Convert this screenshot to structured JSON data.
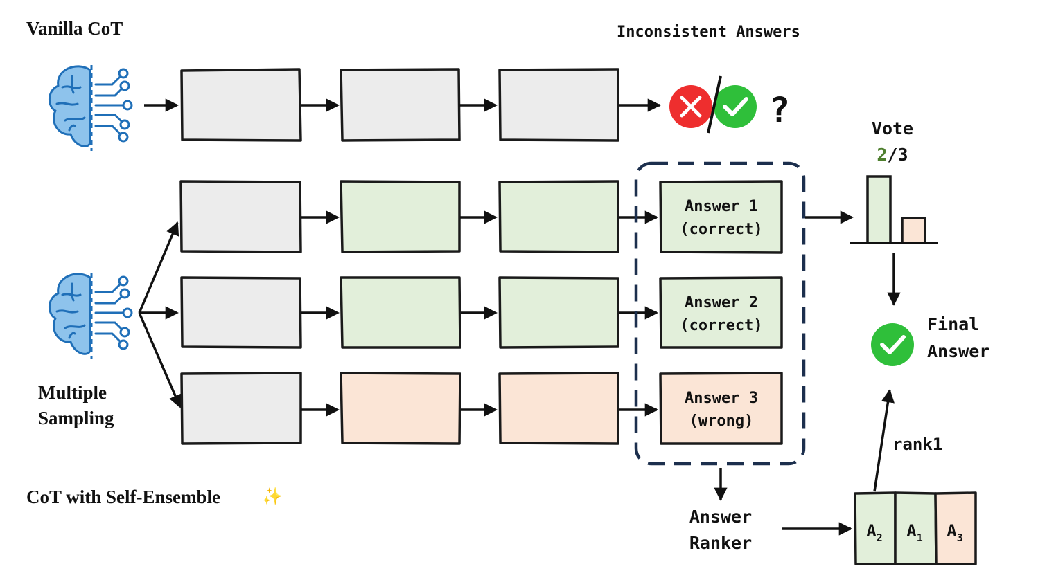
{
  "vanilla": {
    "title": "Vanilla CoT",
    "inconsistent_label": "Inconsistent Answers",
    "question_mark": "?"
  },
  "ensemble": {
    "title": "CoT with Self-Ensemble",
    "sparkle": "✨",
    "sampling_label_line1": "Multiple",
    "sampling_label_line2": "Sampling"
  },
  "answers": [
    {
      "line1": "Answer 1",
      "line2": "(correct)",
      "status": "correct"
    },
    {
      "line1": "Answer 2",
      "line2": "(correct)",
      "status": "correct"
    },
    {
      "line1": "Answer 3",
      "line2": "(wrong)",
      "status": "wrong"
    }
  ],
  "vote": {
    "label": "Vote",
    "numerator": "2",
    "denominator": "/3",
    "correct_count": 2,
    "wrong_count": 1
  },
  "final": {
    "line1": "Final",
    "line2": "Answer"
  },
  "ranker": {
    "line1": "Answer",
    "line2": "Ranker",
    "rank_label": "rank1",
    "ranking": [
      {
        "letter": "A",
        "sub": "2",
        "status": "correct"
      },
      {
        "letter": "A",
        "sub": "1",
        "status": "correct"
      },
      {
        "letter": "A",
        "sub": "3",
        "status": "wrong"
      }
    ]
  },
  "colors": {
    "neutral": "#ececec",
    "correct": "#e2efda",
    "wrong": "#fbe5d6",
    "dash": "#1c2f4d",
    "vote_green": "#4e7f2e",
    "check_green": "#2fbf3a",
    "cross_red": "#ee2e2e",
    "brain_blue": "#8ec3ec",
    "brain_line": "#1f6fb8"
  }
}
